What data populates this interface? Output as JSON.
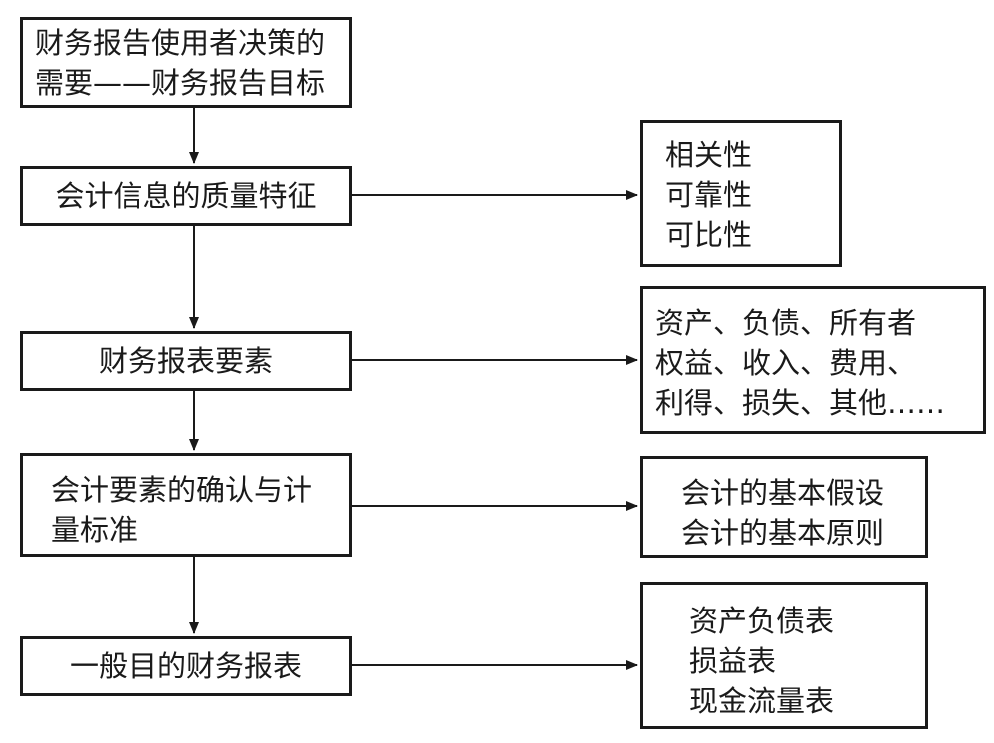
{
  "flow": {
    "goal": {
      "line1": "财务报告使用者决策的",
      "line2": "需要——财务报告目标"
    },
    "quality": {
      "label": "会计信息的质量特征"
    },
    "elements": {
      "label": "财务报表要素"
    },
    "recognition": {
      "line1": "会计要素的确认与计",
      "line2": "量标准"
    },
    "statements": {
      "label": "一般目的财务报表"
    }
  },
  "details": {
    "quality": [
      "相关性",
      "可靠性",
      "可比性"
    ],
    "elements": [
      "资产、负债、所有者",
      "权益、收入、费用、",
      "利得、损失、其他……"
    ],
    "recognition": [
      "会计的基本假设",
      "会计的基本原则"
    ],
    "statements": [
      "资产负债表",
      "损益表",
      "现金流量表"
    ]
  }
}
